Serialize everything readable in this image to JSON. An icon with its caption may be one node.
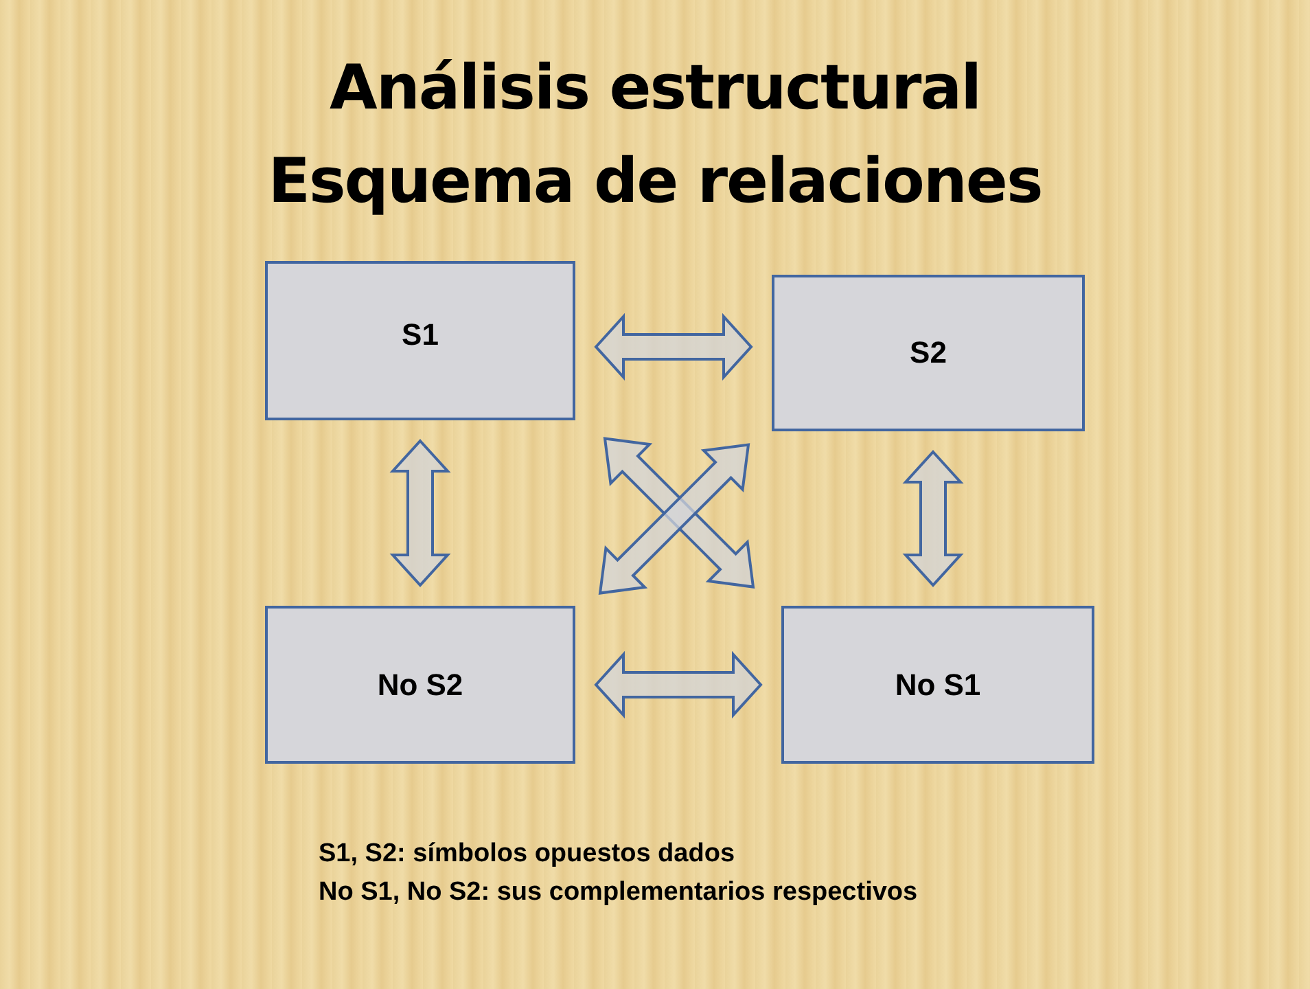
{
  "diagram": {
    "title": "Análisis estructural Esquema de relaciones",
    "nodes": [
      {
        "text": [
          "S1"
        ]
      },
      {
        "text": [
          "S2"
        ]
      },
      {
        "text": [
          "No S2"
        ]
      },
      {
        "text": [
          "No S1"
        ]
      }
    ],
    "edges": [
      {
        "from": 0,
        "to": 1,
        "arrow": "both"
      },
      {
        "from": 0,
        "to": 2,
        "arrow": "both"
      },
      {
        "from": 1,
        "to": 3,
        "arrow": "both"
      },
      {
        "from": 0,
        "to": 3,
        "arrow": "both"
      },
      {
        "from": 1,
        "to": 2,
        "arrow": "both"
      },
      {
        "from": 2,
        "to": 3,
        "arrow": "both"
      }
    ],
    "labels": [
      "S1, S2: símbolos opuestos dados",
      "No S1, No S2: sus complementarios respectivos"
    ]
  }
}
